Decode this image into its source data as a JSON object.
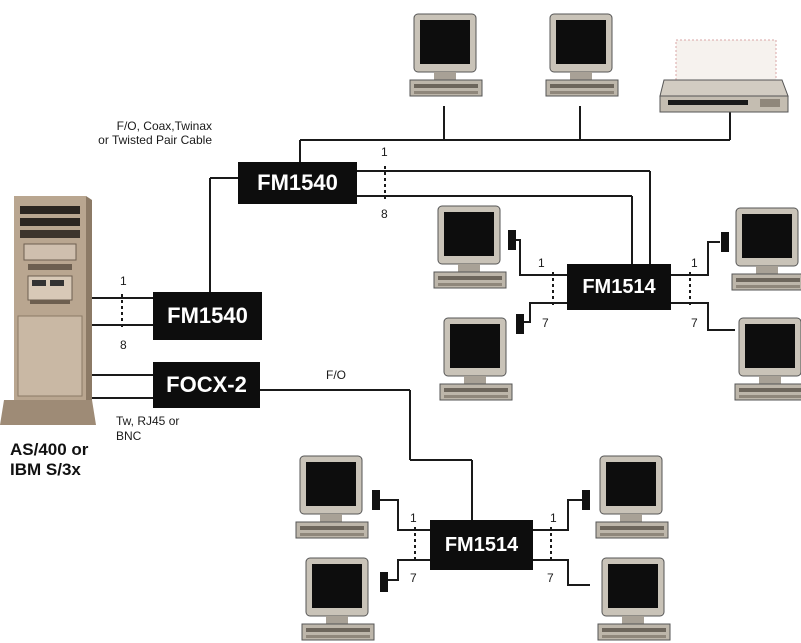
{
  "host": {
    "title_line1": "AS/400 or",
    "title_line2": "IBM S/3x"
  },
  "cable_note": {
    "line1": "F/O, Coax,Twinax",
    "line2": "or Twisted Pair Cable"
  },
  "tw_note": {
    "line1": "Tw, RJ45 or",
    "line2": "BNC"
  },
  "fo_label": "F/O",
  "devices": {
    "fm1540_top": "FM1540",
    "fm1540_bottom": "FM1540",
    "focx": "FOCX-2",
    "fm1514_upper": "FM1514",
    "fm1514_lower": "FM1514"
  },
  "port_labels": {
    "first": "1",
    "last_fm1540": "8",
    "last_fm1514": "7"
  }
}
